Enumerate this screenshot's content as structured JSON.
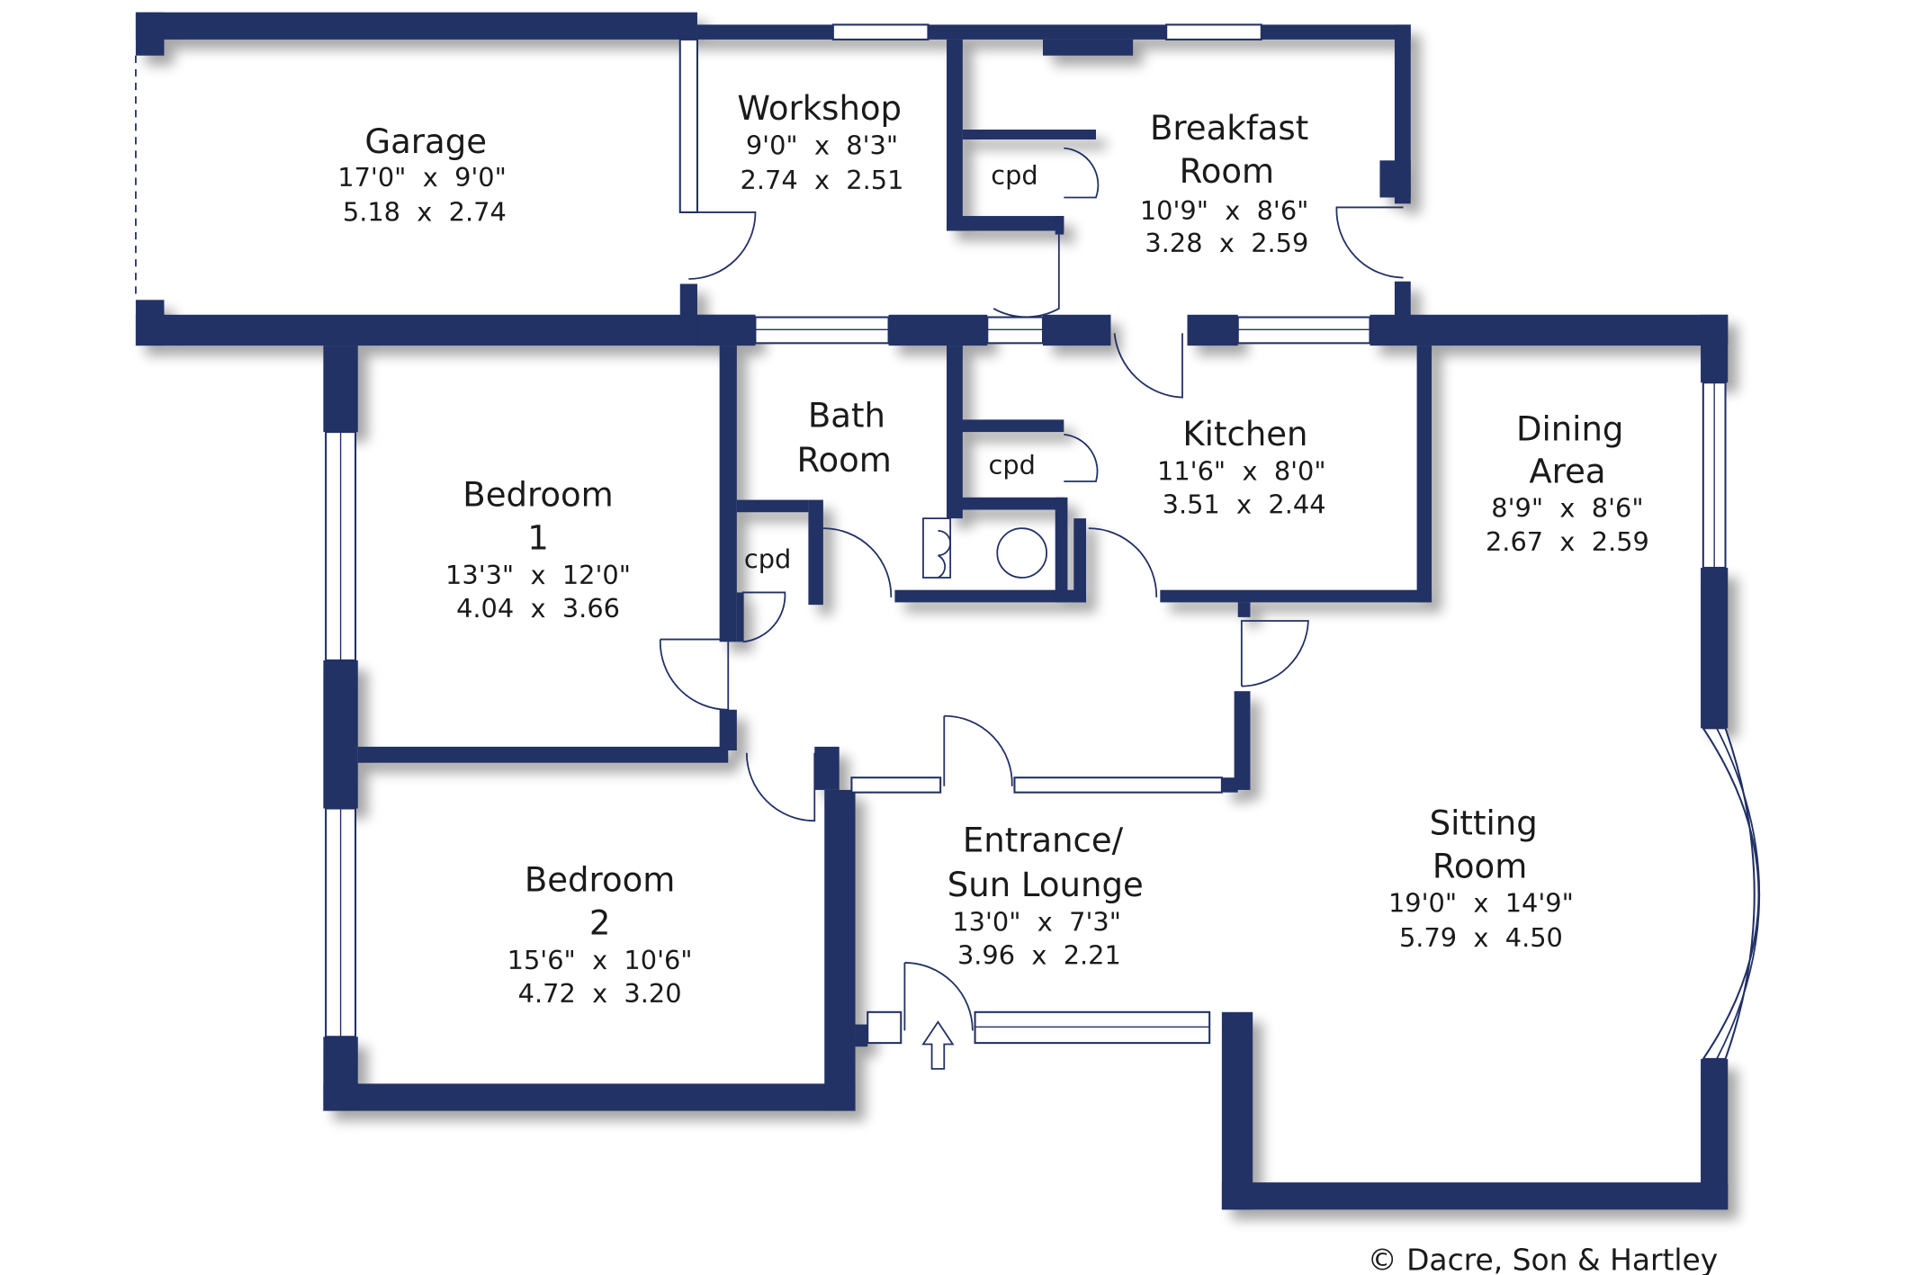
{
  "plan": {
    "wall_color": "#223065",
    "copyright": "© Dacre, Son & Hartley",
    "rooms": {
      "garage": {
        "name": "Garage",
        "imperial": "17'0\"  x  9'0\"",
        "metric": "5.18  x  2.74"
      },
      "workshop": {
        "name": "Workshop",
        "imperial": "9'0\"  x  8'3\"",
        "metric": "2.74  x  2.51"
      },
      "breakfast": {
        "name1": "Breakfast",
        "name2": "Room",
        "imperial": "10'9\"  x  8'6\"",
        "metric": "3.28  x  2.59"
      },
      "bath": {
        "name1": "Bath",
        "name2": "Room"
      },
      "kitchen": {
        "name": "Kitchen",
        "imperial": "11'6\"  x  8'0\"",
        "metric": "3.51  x  2.44"
      },
      "dining": {
        "name1": "Dining",
        "name2": "Area",
        "imperial": "8'9\"  x  8'6\"",
        "metric": "2.67  x  2.59"
      },
      "bedroom1": {
        "name1": "Bedroom",
        "name2": "1",
        "imperial": "13'3\"  x  12'0\"",
        "metric": "4.04  x  3.66"
      },
      "bedroom2": {
        "name1": "Bedroom",
        "name2": "2",
        "imperial": "15'6\"  x  10'6\"",
        "metric": "4.72  x  3.20"
      },
      "entrance": {
        "name1": "Entrance/",
        "name2": "Sun Lounge",
        "imperial": "13'0\"  x  7'3\"",
        "metric": "3.96  x  2.21"
      },
      "sitting": {
        "name1": "Sitting",
        "name2": "Room",
        "imperial": "19'0\"  x  14'9\"",
        "metric": "5.79  x  4.50"
      }
    },
    "cupboard_label": "cpd"
  }
}
